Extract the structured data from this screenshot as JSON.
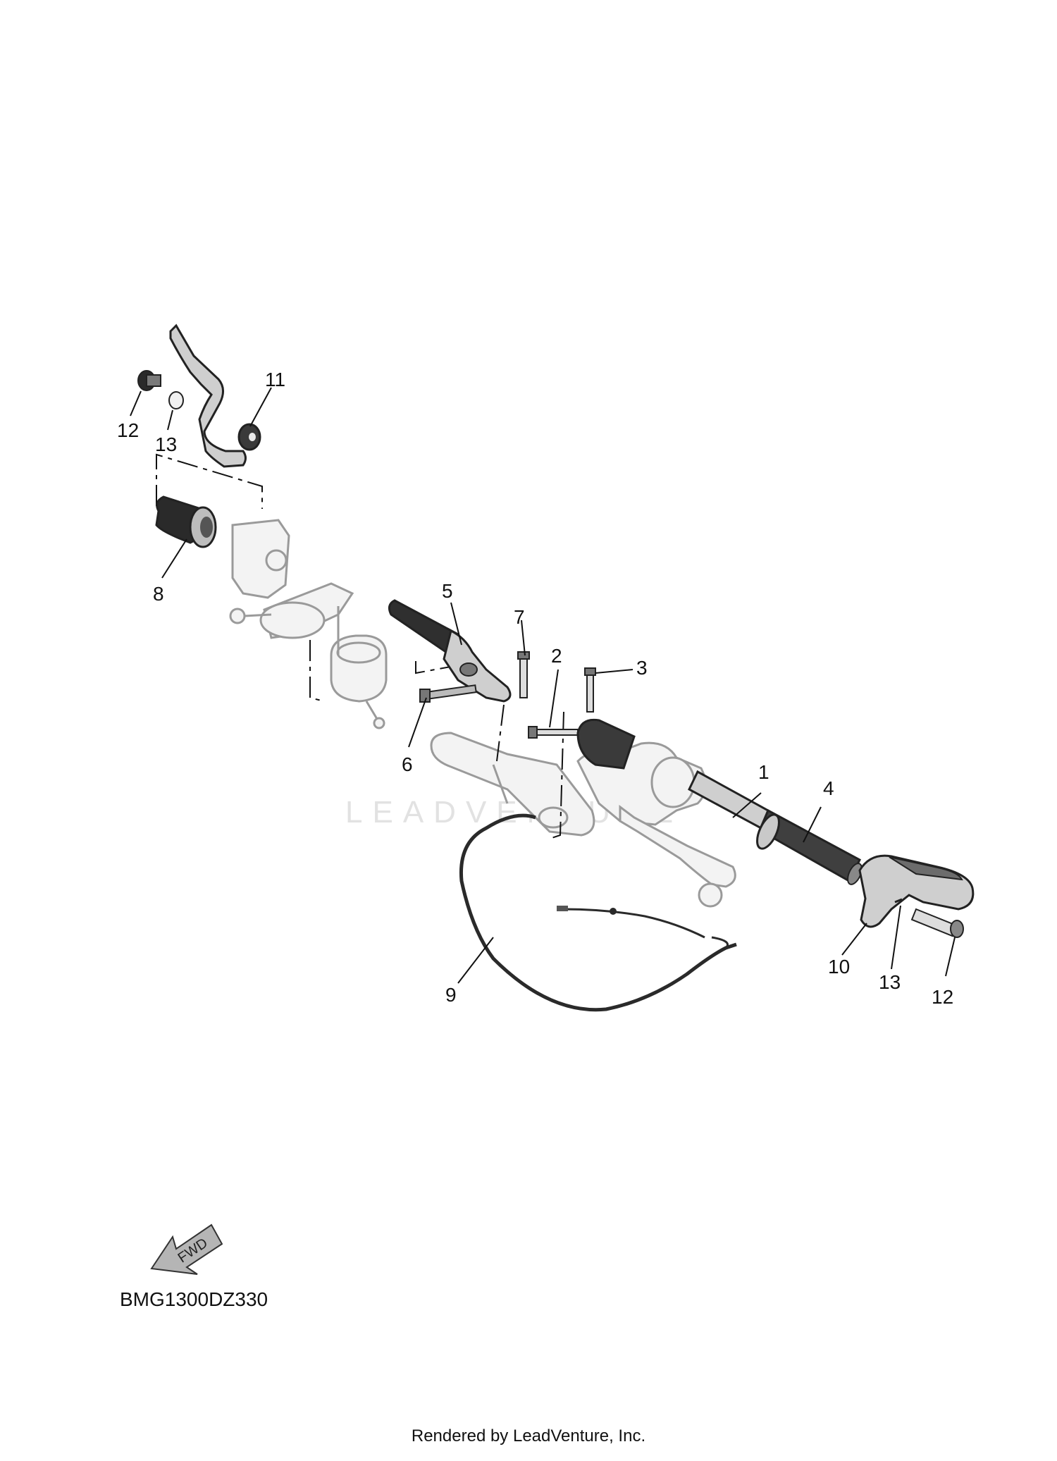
{
  "diagram": {
    "callouts": {
      "c1": "1",
      "c2": "2",
      "c3": "3",
      "c4": "4",
      "c5": "5",
      "c6": "6",
      "c7": "7",
      "c8": "8",
      "c9": "9",
      "c10": "10",
      "c11": "11",
      "c12a": "12",
      "c12b": "12",
      "c13a": "13",
      "c13b": "13"
    },
    "fwd_label": "FWD",
    "diagram_code": "BMG1300DZ330",
    "watermark": "LEADVENTURE",
    "footer": "Rendered by LeadVenture, Inc."
  }
}
